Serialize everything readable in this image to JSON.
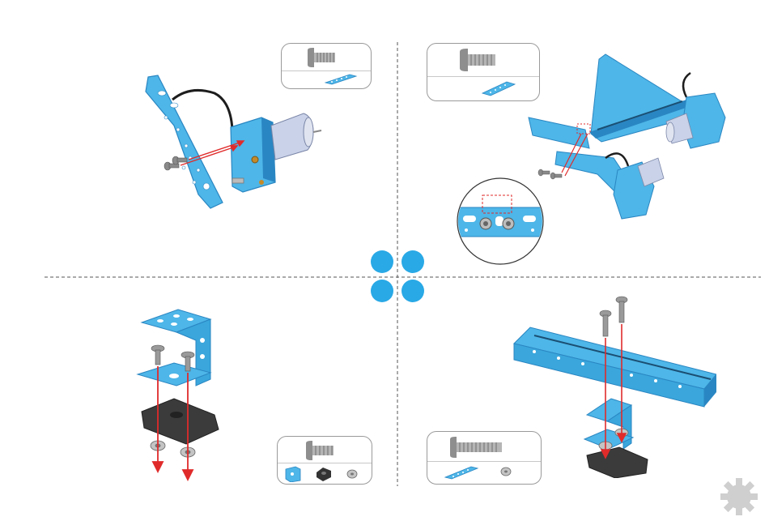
{
  "colors": {
    "part_blue": "#4eb6e8",
    "part_blue_dark": "#2a86c2",
    "step_dot": "#29a9e6",
    "arrow_red": "#e02b2b",
    "screw_gray": "#9a9a9a",
    "divider": "#555555"
  },
  "steps": [
    {
      "panel": "top-left",
      "parts": [
        "screw-icon",
        "beam-icon"
      ]
    },
    {
      "panel": "top-right",
      "parts": [
        "screw-icon",
        "beam-icon"
      ]
    },
    {
      "panel": "bottom-left",
      "parts": [
        "screw-icon",
        "bracket-icon",
        "clamp-icon",
        "nut-icon"
      ]
    },
    {
      "panel": "bottom-right",
      "parts": [
        "long-screw-icon",
        "beam-icon",
        "nut-icon"
      ]
    }
  ],
  "icons": {
    "corner": "gear-icon"
  }
}
